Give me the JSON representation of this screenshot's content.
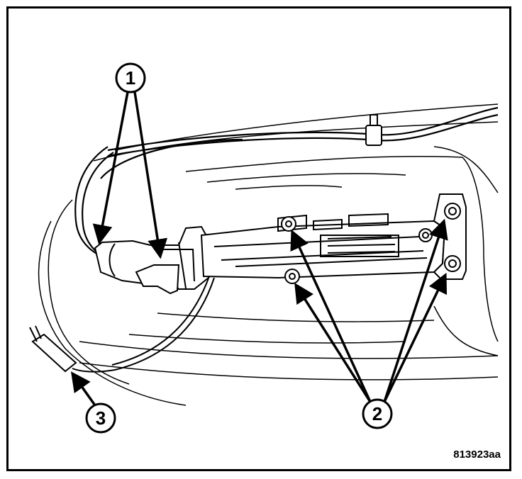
{
  "figure": {
    "id": "813923aa"
  },
  "callouts": [
    {
      "label": "1"
    },
    {
      "label": "2"
    },
    {
      "label": "3"
    }
  ],
  "colors": {
    "line": "#000000",
    "background": "#ffffff"
  }
}
